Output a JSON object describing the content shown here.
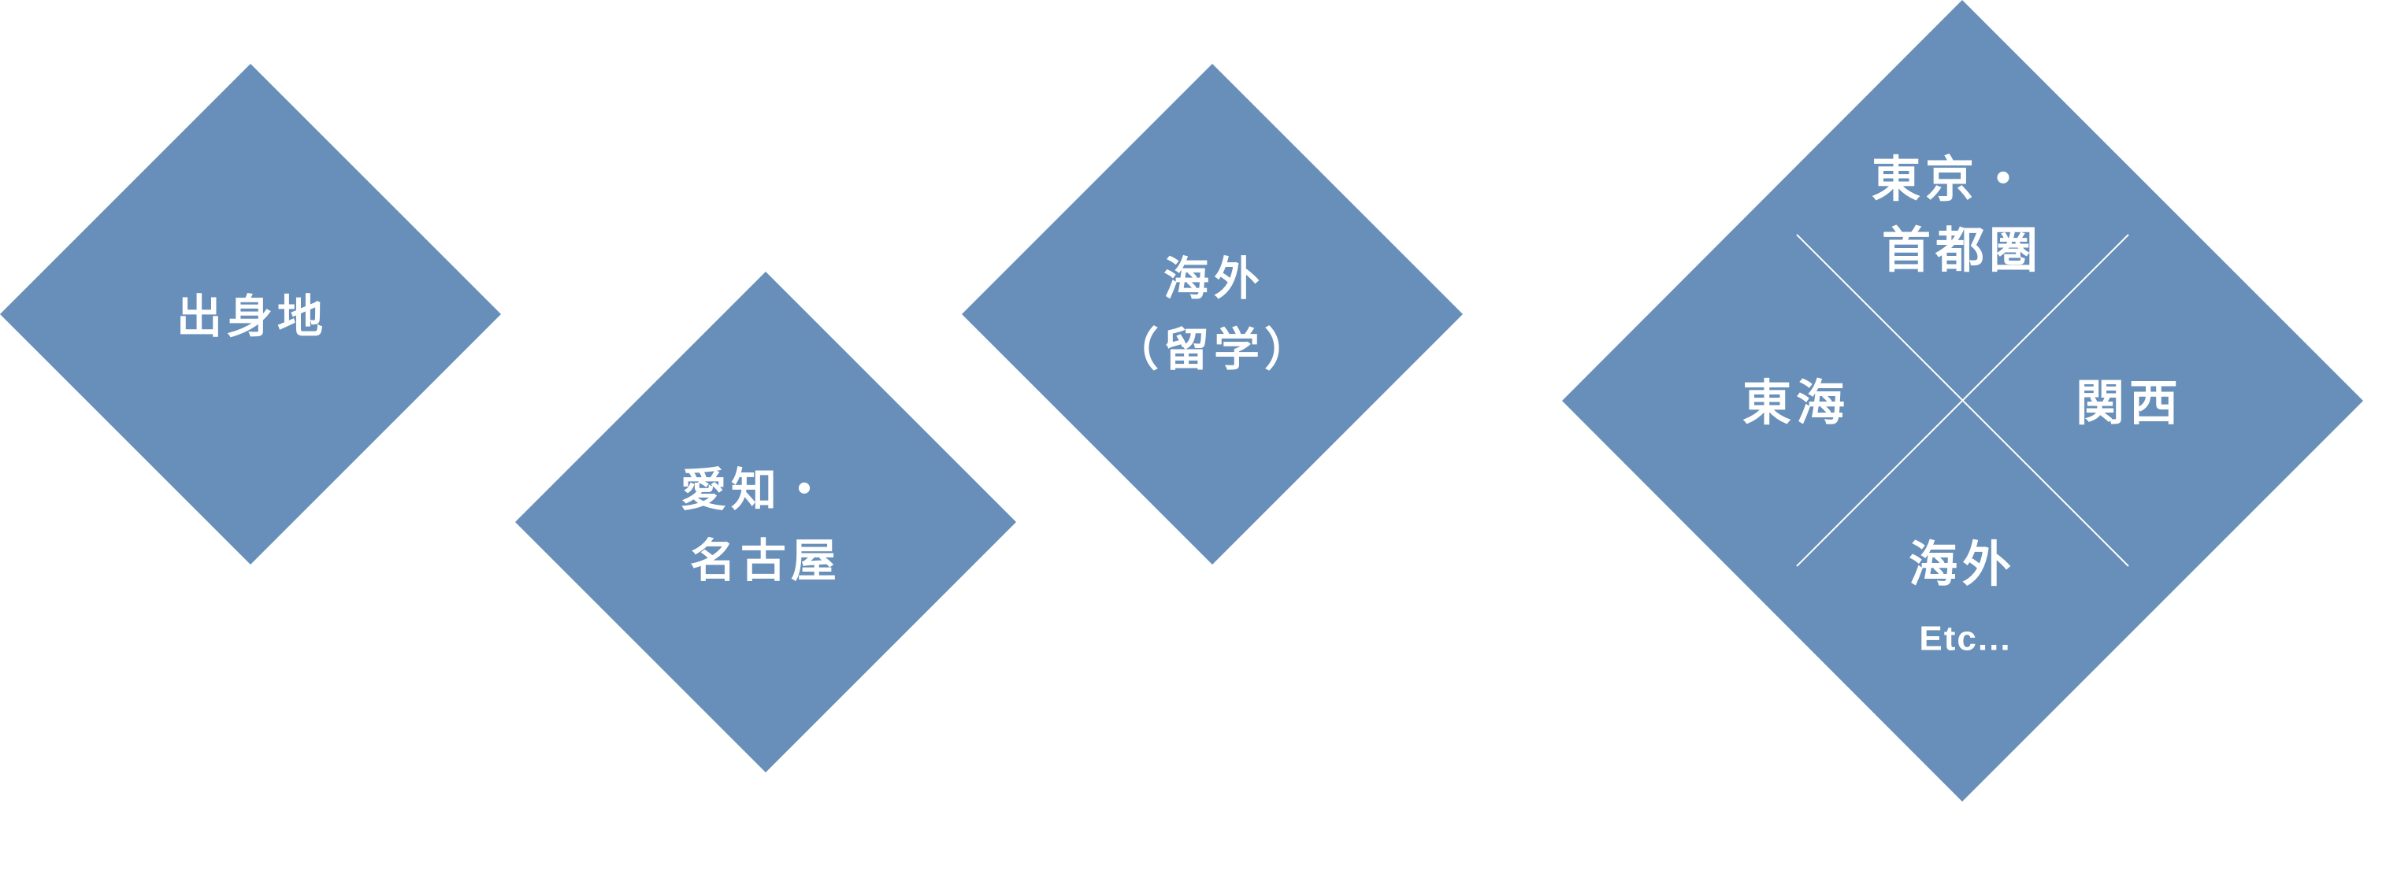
{
  "diagram": {
    "fill_color": "#678fb9",
    "text_color": "#ffffff",
    "diamonds": [
      {
        "id": "origin",
        "lines": [
          "出身地"
        ]
      },
      {
        "id": "aichi",
        "lines": [
          "愛知・",
          "名古屋"
        ]
      },
      {
        "id": "overseas-study",
        "lines": [
          "海外",
          "（留学）"
        ]
      }
    ],
    "quadrant_diamond": {
      "top": [
        "東京・",
        "首都圏"
      ],
      "left": [
        "東海"
      ],
      "right": [
        "関西"
      ],
      "bottom": [
        "海外",
        "Etc..."
      ]
    }
  }
}
